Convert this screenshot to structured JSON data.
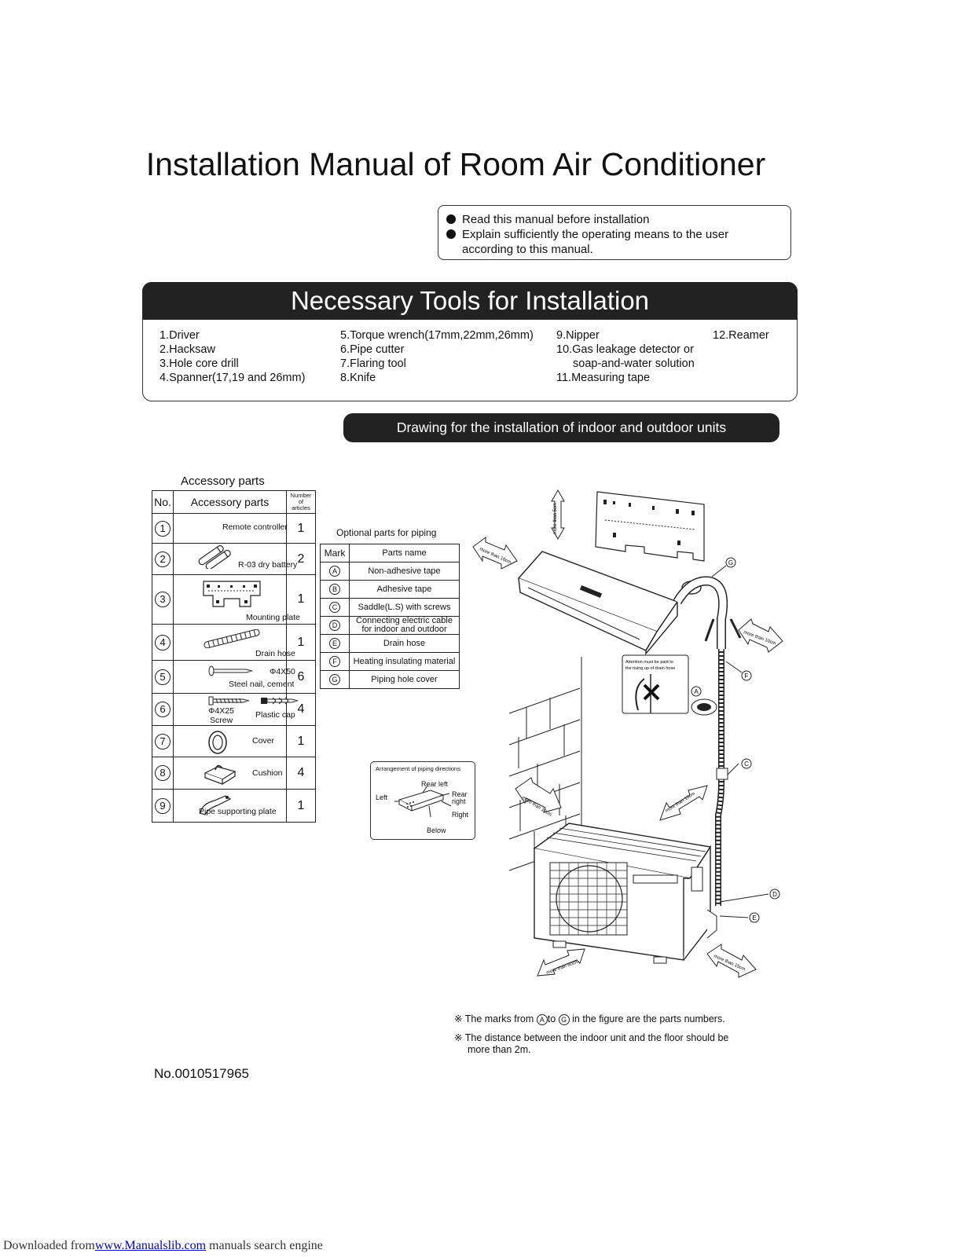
{
  "title": "Installation Manual of Room Air Conditioner",
  "notes": [
    "Read this manual before installation",
    "Explain sufficiently the operating means to the user",
    "according to this manual."
  ],
  "tools": {
    "heading": "Necessary Tools for Installation",
    "col1": [
      "1.Driver",
      "2.Hacksaw",
      "3.Hole core drill",
      "4.Spanner(17,19 and 26mm)"
    ],
    "col2": [
      "5.Torque wrench(17mm,22mm,26mm)",
      "6.Pipe cutter",
      "7.Flaring tool",
      "8.Knife"
    ],
    "col3": [
      "9.Nipper",
      "10.Gas leakage detector or",
      "soap-and-water solution",
      "11.Measuring tape"
    ],
    "col4": [
      "12.Reamer"
    ]
  },
  "drawing_heading": "Drawing for the installation of indoor and outdoor units",
  "accessory": {
    "caption": "Accessory parts",
    "head_no": "No.",
    "head_name": "Accessory parts",
    "head_count": [
      "Number",
      "of",
      "articles"
    ],
    "rows": [
      {
        "no": "1",
        "name": "Remote controller",
        "count": "1"
      },
      {
        "no": "2",
        "name": "R-03 dry battery",
        "count": "2"
      },
      {
        "no": "3",
        "name": "Mounting plate",
        "count": "1"
      },
      {
        "no": "4",
        "name": "Drain hose",
        "count": "1"
      },
      {
        "no": "5",
        "name": "Steel nail, cement",
        "spec": "Φ4X50",
        "count": "6"
      },
      {
        "no": "6",
        "name": "Plastic cap",
        "spec": "Φ4X25",
        "spec2": "Screw",
        "count": "4"
      },
      {
        "no": "7",
        "name": "Cover",
        "count": "1"
      },
      {
        "no": "8",
        "name": "Cushion",
        "count": "4"
      },
      {
        "no": "9",
        "name": "Pipe supporting plate",
        "count": "1"
      }
    ]
  },
  "optional": {
    "caption": "Optional parts for piping",
    "head_mark": "Mark",
    "head_name": "Parts name",
    "rows": [
      {
        "mark": "A",
        "name": "Non-adhesive tape"
      },
      {
        "mark": "B",
        "name": "Adhesive tape"
      },
      {
        "mark": "C",
        "name": "Saddle(L.S) with screws"
      },
      {
        "mark": "D",
        "name": "Connecting electric cable",
        "name2": "for indoor and outdoor"
      },
      {
        "mark": "E",
        "name": "Drain hose"
      },
      {
        "mark": "F",
        "name": "Heating insulating material"
      },
      {
        "mark": "G",
        "name": "Piping hole cover"
      }
    ]
  },
  "piping_directions": {
    "title": "Arrangement of piping directions",
    "rear_left": "Rear left",
    "left": "Left",
    "rear_right": "Rear right",
    "right": "Right",
    "below": "Below"
  },
  "figure_labels": {
    "more_than_5cm": "more than 5cm",
    "more_than_10cm": "more than 10cm",
    "more_than_60cm": "more than 60cm",
    "more_than_15cm": "more than 15cm",
    "attention": "Attention must be paid to the rising up of drain hose",
    "marks": [
      "G",
      "F",
      "A",
      "C",
      "D",
      "E"
    ]
  },
  "footnotes": {
    "n1_a": "The marks from",
    "n1_b": "to",
    "n1_c": "in the figure are the parts numbers.",
    "n1_from": "A",
    "n1_to": "G",
    "n2a": "The distance between the indoor unit and the floor should be",
    "n2b": "more than 2m.",
    "symbol": "※"
  },
  "doc_number": "No.0010517965",
  "download": {
    "prefix": "Downloaded from",
    "link": "www.Manualslib.com",
    "suffix": "manuals search engine"
  }
}
